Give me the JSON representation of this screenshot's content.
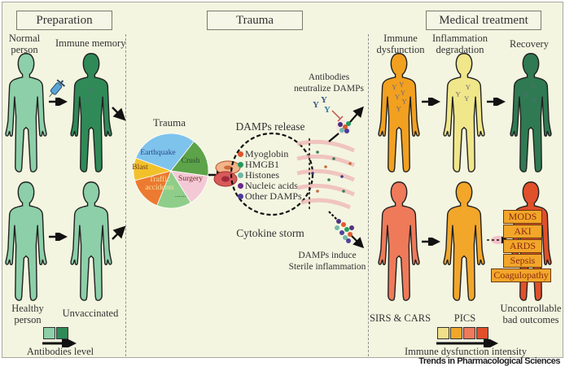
{
  "sections": {
    "preparation": "Preparation",
    "trauma": "Trauma",
    "medical_treatment": "Medical treatment"
  },
  "preparation": {
    "normal_person": [
      "Normal",
      "person"
    ],
    "immune_memory": "Immune memory",
    "healthy_person": [
      "Healthy",
      "person"
    ],
    "unvaccinated": "Unvaccinated",
    "legend_label": "Antibodies level",
    "legend_colors": [
      "#8ccfa8",
      "#2f8a58"
    ]
  },
  "trauma": {
    "pie_title": "Trauma",
    "pie_slices": [
      {
        "label": "Earthquake",
        "color": "#7ec3ec"
      },
      {
        "label": "Crush",
        "color": "#5da34a"
      },
      {
        "label": "Surgery",
        "color": "#f4c9d6"
      },
      {
        "label": "......",
        "color": "#8fce8a"
      },
      {
        "label": "Traffic accidents",
        "label_lines": [
          "Traffic",
          "accidents"
        ],
        "color": "#ec7a30"
      },
      {
        "label": "Blast",
        "color": "#f2c12a"
      }
    ],
    "damps_release": "DAMPs release",
    "damps_list": [
      {
        "label": "Myoglobin",
        "color": "#e0542a"
      },
      {
        "label": "HMGB1",
        "color": "#1f9a5a"
      },
      {
        "label": "Histones",
        "color": "#6fb8a8"
      },
      {
        "label": "Nucleic acids",
        "color": "#6a2a8a"
      },
      {
        "label": "Other DAMPs",
        "color": "#4a3a9a"
      }
    ],
    "cytokine_storm": "Cytokine storm",
    "antibodies_neutralize": [
      "Antibodies",
      "neutralize DAMPs"
    ],
    "damps_induce": [
      "DAMPs induce",
      "Sterile inflammation"
    ]
  },
  "medical": {
    "immune_dysfunction": [
      "Immune",
      "dysfunction"
    ],
    "inflammation_degradation": [
      "Inflammation",
      "degradation"
    ],
    "recovery": "Recovery",
    "sirs_cars": "SIRS & CARS",
    "pics": "PICS",
    "uncontrollable": [
      "Uncontrollable",
      "bad outcomes"
    ],
    "outcomes": [
      "MODS",
      "AKI",
      "ARDS",
      "Sepsis",
      "Coagulopathy"
    ],
    "legend_label": "Immune dysfunction intensity",
    "legend_colors": [
      "#f0e08a",
      "#f2a62a",
      "#ee7a5a",
      "#e0502a"
    ]
  },
  "footer": "Trends in Pharmacological Sciences"
}
